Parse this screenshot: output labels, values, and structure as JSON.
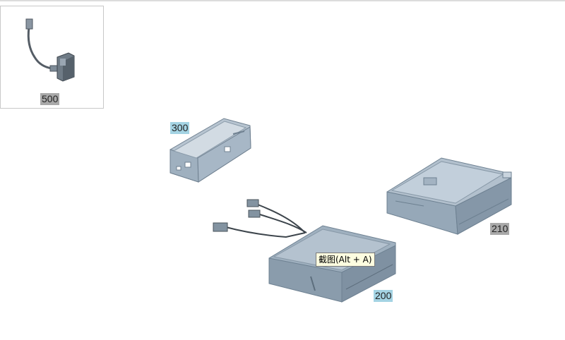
{
  "callouts": {
    "p500": "500",
    "p300": "300",
    "p210": "210",
    "p200": "200"
  },
  "tooltip": {
    "text": "截图(Alt + A)"
  },
  "colors": {
    "part_fill": "#8fa1b1",
    "part_dark": "#6d8091",
    "part_light": "#b8c6d3",
    "label_grey": "#a9a9a9",
    "label_blue": "#a4d3e3"
  }
}
